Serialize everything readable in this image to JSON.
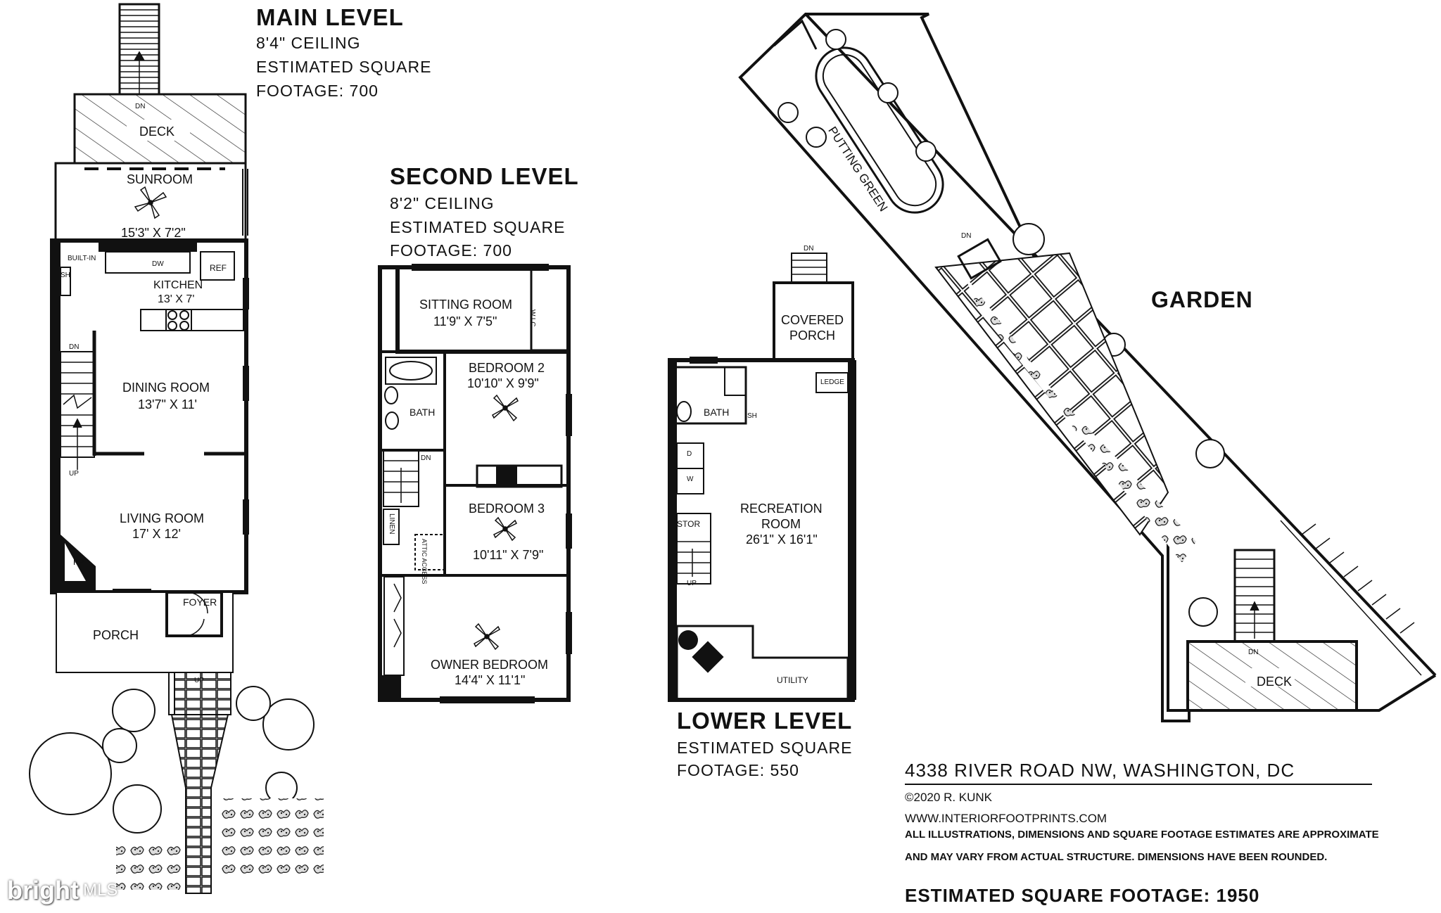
{
  "main_level": {
    "title": "MAIN LEVEL",
    "ceiling": "8'4\" CEILING",
    "sqft_line1": "ESTIMATED SQUARE",
    "sqft_line2": "FOOTAGE: 700",
    "rooms": {
      "deck": "DECK",
      "sunroom": "SUNROOM",
      "sunroom_dim": "15'3\" X 7'2\"",
      "kitchen": "KITCHEN",
      "kitchen_dim": "13' X 7'",
      "dining": "DINING ROOM",
      "dining_dim": "13'7\" X 11'",
      "living": "LIVING ROOM",
      "living_dim": "17' X 12'",
      "porch": "PORCH",
      "foyer": "FOYER",
      "built_in": "BUILT-IN",
      "dw": "DW",
      "ref": "REF",
      "sh": "SH",
      "fp": "FP",
      "dn": "DN",
      "dn2": "DN",
      "up": "UP",
      "up2": "UP"
    }
  },
  "second_level": {
    "title": "SECOND LEVEL",
    "ceiling": "8'2\" CEILING",
    "sqft_line1": "ESTIMATED SQUARE",
    "sqft_line2": "FOOTAGE: 700",
    "rooms": {
      "sitting": "SITTING ROOM",
      "sitting_dim": "11'9\" X 7'5\"",
      "wic": "W.I.C.",
      "bed2": "BEDROOM 2",
      "bed2_dim": "10'10\" X 9'9\"",
      "bath": "BATH",
      "bed3": "BEDROOM 3",
      "bed3_dim": "10'11\" X 7'9\"",
      "linen": "LINEN",
      "attic": "ATTIC ACCESS",
      "owner": "OWNER BEDROOM",
      "owner_dim": "14'4\" X 11'1\"",
      "dn": "DN"
    }
  },
  "lower_level": {
    "title": "LOWER LEVEL",
    "sqft_line1": "ESTIMATED SQUARE",
    "sqft_line2": "FOOTAGE: 550",
    "rooms": {
      "covered_porch_1": "COVERED",
      "covered_porch_2": "PORCH",
      "ledge": "LEDGE",
      "bath": "BATH",
      "sh": "SH",
      "d": "D",
      "w": "W",
      "stor": "STOR",
      "rec_1": "RECREATION",
      "rec_2": "ROOM",
      "rec_dim": "26'1\" X 16'1\"",
      "utility": "UTILITY",
      "up": "UP",
      "dn": "DN"
    }
  },
  "garden": {
    "title": "GARDEN",
    "putting_green": "PUTTING GREEN",
    "deck": "DECK",
    "dn": "DN",
    "dn2": "DN"
  },
  "footer": {
    "address": "4338 RIVER ROAD NW, WASHINGTON, DC",
    "copyright": "©2020 R. KUNK",
    "website": "WWW.INTERIORFOOTPRINTS.COM",
    "disclaimer_1": "ALL ILLUSTRATIONS, DIMENSIONS AND SQUARE FOOTAGE ESTIMATES ARE APPROXIMATE",
    "disclaimer_2": "AND MAY VARY FROM ACTUAL STRUCTURE. DIMENSIONS HAVE BEEN ROUNDED.",
    "total": "ESTIMATED SQUARE FOOTAGE: 1950"
  },
  "watermark": {
    "brand": "bright",
    "mls": "MLS"
  }
}
